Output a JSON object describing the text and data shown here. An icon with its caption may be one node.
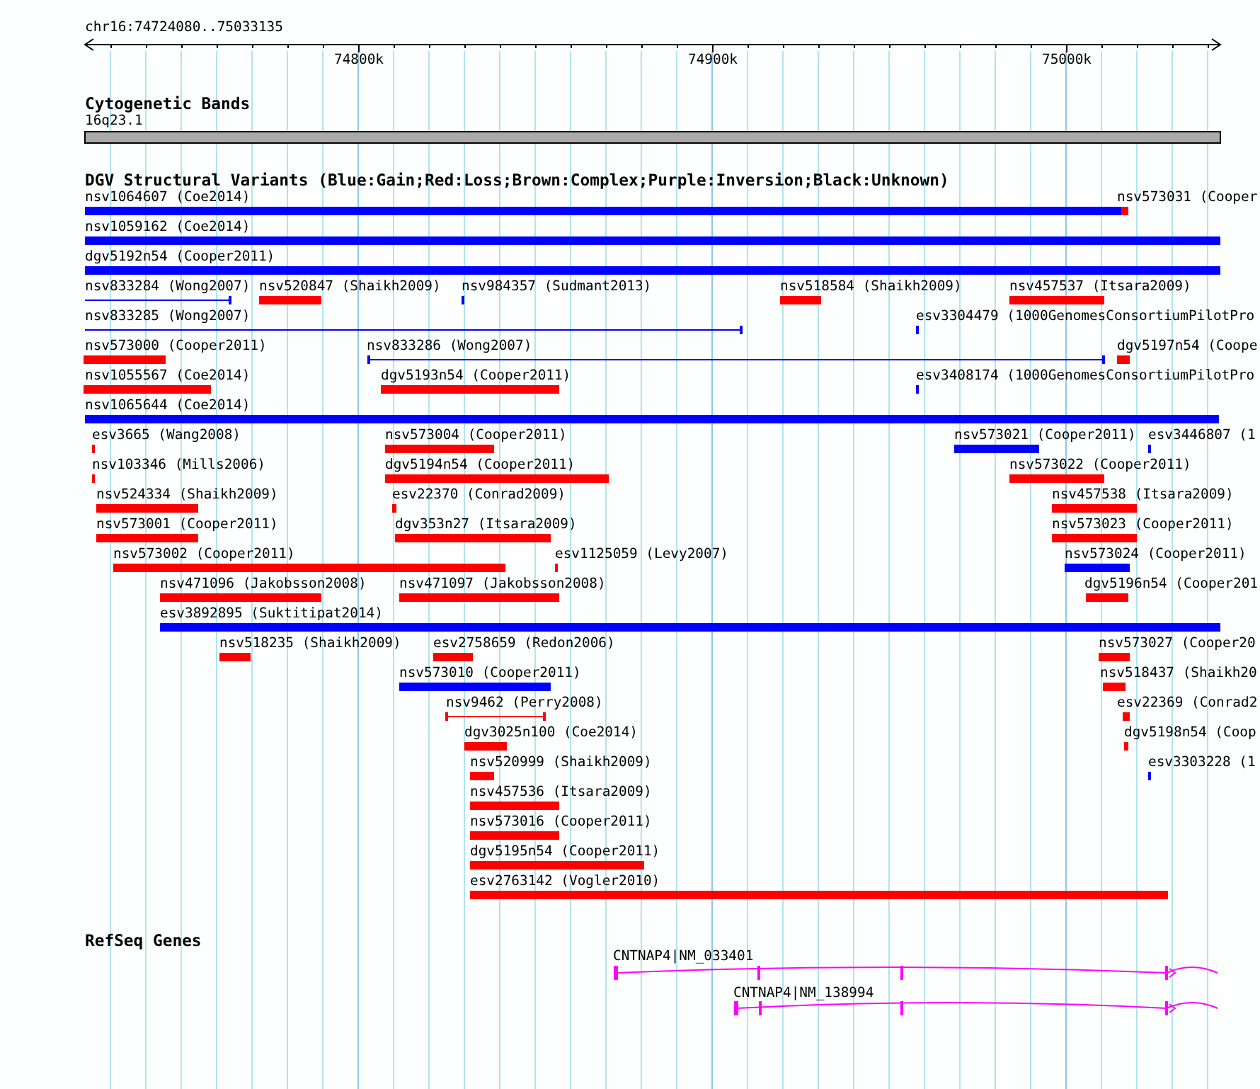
{
  "diagram": {
    "labels": [
      "chr16:74724080..75033135",
      "74800k",
      "74900k",
      "75000k",
      "Cytogenetic Bands",
      "16q23.1",
      "DGV Structural Variants (Blue:Gain;Red:Loss;Brown:Complex;Purple:Inversion;Black:Unknown)",
      "nsv1064607 (Coe2014)",
      "nsv573031 (Cooper",
      "nsv1059162 (Coe2014)",
      "dgv5192n54 (Cooper2011)",
      "nsv833284 (Wong2007)",
      "nsv520847 (Shaikh2009)",
      "nsv984357 (Sudmant2013)",
      "nsv518584 (Shaikh2009)",
      "nsv457537 (Itsara2009)",
      "nsv833285 (Wong2007)",
      "esv3304479 (1000GenomesConsortiumPilotPro",
      "nsv573000 (Cooper2011)",
      "nsv833286 (Wong2007)",
      "dgv5197n54 (Coope",
      "nsv1055567 (Coe2014)",
      "dgv5193n54 (Cooper2011)",
      "esv3408174 (1000GenomesConsortiumPilotPro",
      "nsv1065644 (Coe2014)",
      "esv3665 (Wang2008)",
      "nsv573004 (Cooper2011)",
      "nsv573021 (Cooper2011)",
      "esv3446807 (1",
      "nsv103346 (Mills2006)",
      "dgv5194n54 (Cooper2011)",
      "nsv573022 (Cooper2011)",
      "nsv524334 (Shaikh2009)",
      "esv22370 (Conrad2009)",
      "nsv457538 (Itsara2009)",
      "nsv573001 (Cooper2011)",
      "dgv353n27 (Itsara2009)",
      "nsv573023 (Cooper2011)",
      "nsv573002 (Cooper2011)",
      "esv1125059 (Levy2007)",
      "nsv573024 (Cooper2011)",
      "nsv471096 (Jakobsson2008)",
      "nsv471097 (Jakobsson2008)",
      "dgv5196n54 (Cooper201",
      "esv3892895 (Suktitipat2014)",
      "nsv518235 (Shaikh2009)",
      "esv2758659 (Redon2006)",
      "nsv573027 (Cooper20",
      "nsv573010 (Cooper2011)",
      "nsv518437 (Shaikh20",
      "nsv9462 (Perry2008)",
      "esv22369 (Conrad2",
      "dgv3025n100 (Coe2014)",
      "dgv5198n54 (Coop",
      "nsv520999 (Shaikh2009)",
      "esv3303228 (1",
      "nsv457536 (Itsara2009)",
      "nsv573016 (Cooper2011)",
      "dgv5195n54 (Cooper2011)",
      "esv2763142 (Vogler2010)",
      "RefSeq Genes",
      "CNTNAP4|NM_033401",
      "CNTNAP4|NM_138994"
    ]
  }
}
